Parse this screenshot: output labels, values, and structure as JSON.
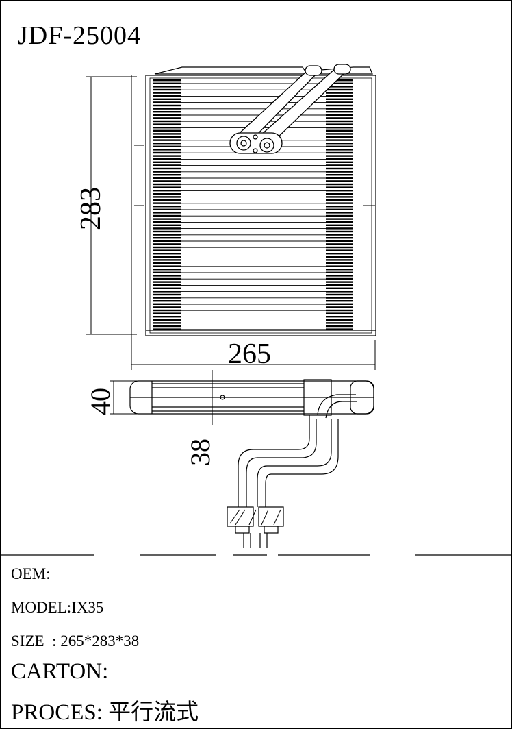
{
  "title": {
    "part_no": "JDF-25004"
  },
  "dimensions": {
    "width": "265",
    "height": "283",
    "thickness_outer": "40",
    "thickness_core": "38"
  },
  "specs": {
    "oem": "OEM:",
    "model": "MODEL:IX35",
    "size": "SIZE  : 265*283*38",
    "carton": "CARTON:",
    "proces": "PROCES: 平行流式"
  }
}
